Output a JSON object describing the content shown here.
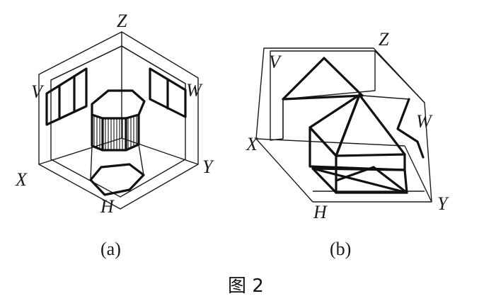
{
  "figure_a": {
    "axes": {
      "z": "Z",
      "x": "X",
      "y": "Y"
    },
    "planes": {
      "v": "V",
      "w": "W",
      "h": "H"
    },
    "sublabel": "(a)"
  },
  "figure_b": {
    "axes": {
      "z": "Z",
      "x": "X",
      "y": "Y"
    },
    "planes": {
      "v": "V",
      "w": "W",
      "h": "H"
    },
    "sublabel": "(b)"
  },
  "caption": "图 2",
  "colors": {
    "ink": "#111111",
    "background": "#ffffff"
  }
}
